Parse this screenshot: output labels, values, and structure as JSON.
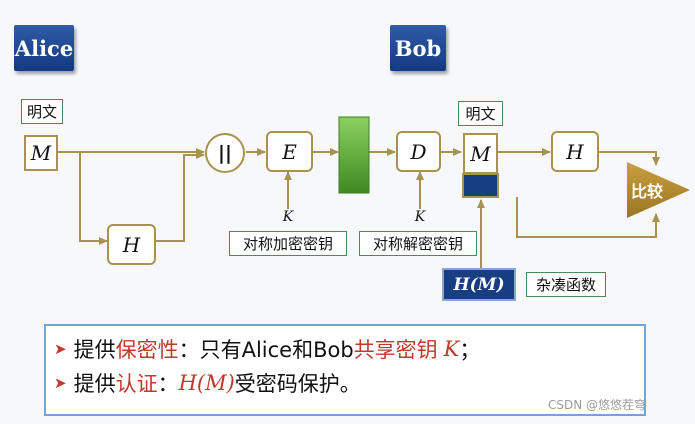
{
  "parties": {
    "alice": "Alice",
    "bob": "Bob"
  },
  "sender": {
    "plaintext_label": "明文",
    "message": "M",
    "hash": "H",
    "concat": "||",
    "encrypt": "E",
    "key": "K",
    "encrypt_key_label": "对称加密密钥"
  },
  "receiver": {
    "plaintext_label": "明文",
    "message": "M",
    "decrypt": "D",
    "hash": "H",
    "key": "K",
    "decrypt_key_label": "对称解密密钥",
    "hash_value": "H(M)",
    "hash_function_label": "杂凑函数",
    "compare": "比较"
  },
  "notes": {
    "line1": {
      "prefix": "提供",
      "highlight1": "保密性",
      "middle": "：只有Alice和Bob",
      "highlight2": "共享密钥",
      "key": "K",
      "suffix": "；"
    },
    "line2": {
      "prefix": "提供",
      "highlight": "认证",
      "colon": "：",
      "hash": "H(M)",
      "suffix": " 受密码保护。"
    }
  },
  "watermark": "CSDN @悠悠茬穹",
  "colors": {
    "arrow": "#a9924f",
    "party_bg": "#173d83",
    "cipher": "#5aa832",
    "highlight": "#c0392b",
    "compare_fill": "#b08a2e"
  }
}
